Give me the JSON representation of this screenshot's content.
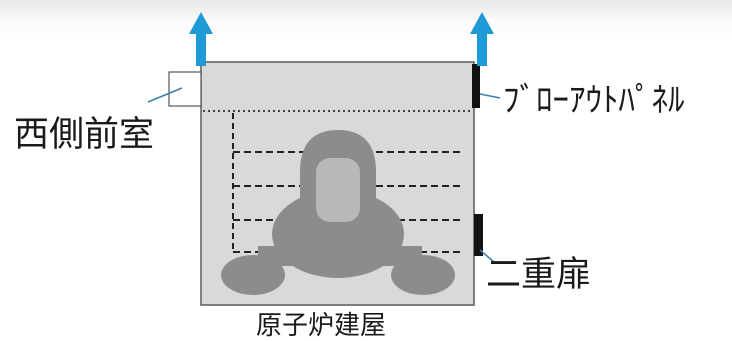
{
  "labels": {
    "west_anteroom": "西側前室",
    "blowout_panel": "ﾌﾞﾛｰｱｳﾄﾊﾟﾈﾙ",
    "double_door": "二重扉",
    "reactor_building": "原子炉建屋"
  },
  "colors": {
    "building_fill": "#d9d9d9",
    "reactor_gray": "#8c8c8c",
    "reactor_inner": "#b8b8b8",
    "arrow_blue": "#1e9ad6",
    "panel_black": "#111111"
  },
  "icons": {
    "exhaust_arrows": "up-arrow",
    "reactor": "reactor-vessel-shape"
  }
}
